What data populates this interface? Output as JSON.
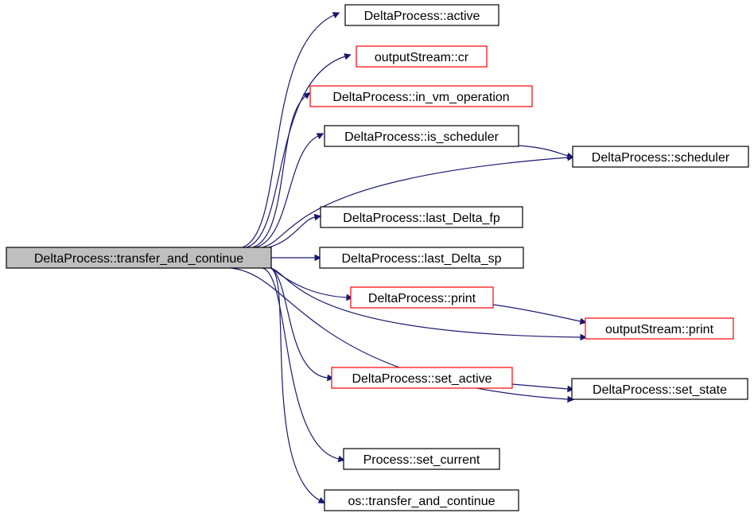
{
  "colors": {
    "root_fill": "#bfbfbf",
    "node_fill": "#ffffff",
    "border_normal": "#000000",
    "border_truncated": "#ff0000",
    "edge": "#191970"
  },
  "nodes": [
    {
      "id": "root",
      "label": "DeltaProcess::transfer_and_continue",
      "style": "root"
    },
    {
      "id": "active",
      "label": "DeltaProcess::active",
      "style": "normal"
    },
    {
      "id": "cr",
      "label": "outputStream::cr",
      "style": "truncated"
    },
    {
      "id": "in_vm_op",
      "label": "DeltaProcess::in_vm_operation",
      "style": "truncated"
    },
    {
      "id": "is_sched",
      "label": "DeltaProcess::is_scheduler",
      "style": "normal"
    },
    {
      "id": "scheduler",
      "label": "DeltaProcess::scheduler",
      "style": "normal"
    },
    {
      "id": "last_fp",
      "label": "DeltaProcess::last_Delta_fp",
      "style": "normal"
    },
    {
      "id": "last_sp",
      "label": "DeltaProcess::last_Delta_sp",
      "style": "normal"
    },
    {
      "id": "dp_print",
      "label": "DeltaProcess::print",
      "style": "truncated"
    },
    {
      "id": "os_print",
      "label": "outputStream::print",
      "style": "truncated"
    },
    {
      "id": "set_active",
      "label": "DeltaProcess::set_active",
      "style": "truncated"
    },
    {
      "id": "set_state",
      "label": "DeltaProcess::set_state",
      "style": "normal"
    },
    {
      "id": "set_current",
      "label": "Process::set_current",
      "style": "normal"
    },
    {
      "id": "os_transfer",
      "label": "os::transfer_and_continue",
      "style": "normal"
    }
  ],
  "edges": [
    {
      "from": "root",
      "to": "active"
    },
    {
      "from": "root",
      "to": "cr"
    },
    {
      "from": "root",
      "to": "in_vm_op"
    },
    {
      "from": "root",
      "to": "is_sched"
    },
    {
      "from": "root",
      "to": "scheduler"
    },
    {
      "from": "root",
      "to": "last_fp"
    },
    {
      "from": "root",
      "to": "last_sp"
    },
    {
      "from": "root",
      "to": "dp_print"
    },
    {
      "from": "root",
      "to": "os_print"
    },
    {
      "from": "root",
      "to": "set_active"
    },
    {
      "from": "root",
      "to": "set_state"
    },
    {
      "from": "root",
      "to": "set_current"
    },
    {
      "from": "root",
      "to": "os_transfer"
    },
    {
      "from": "is_sched",
      "to": "scheduler"
    },
    {
      "from": "dp_print",
      "to": "os_print"
    },
    {
      "from": "set_active",
      "to": "set_state"
    }
  ]
}
